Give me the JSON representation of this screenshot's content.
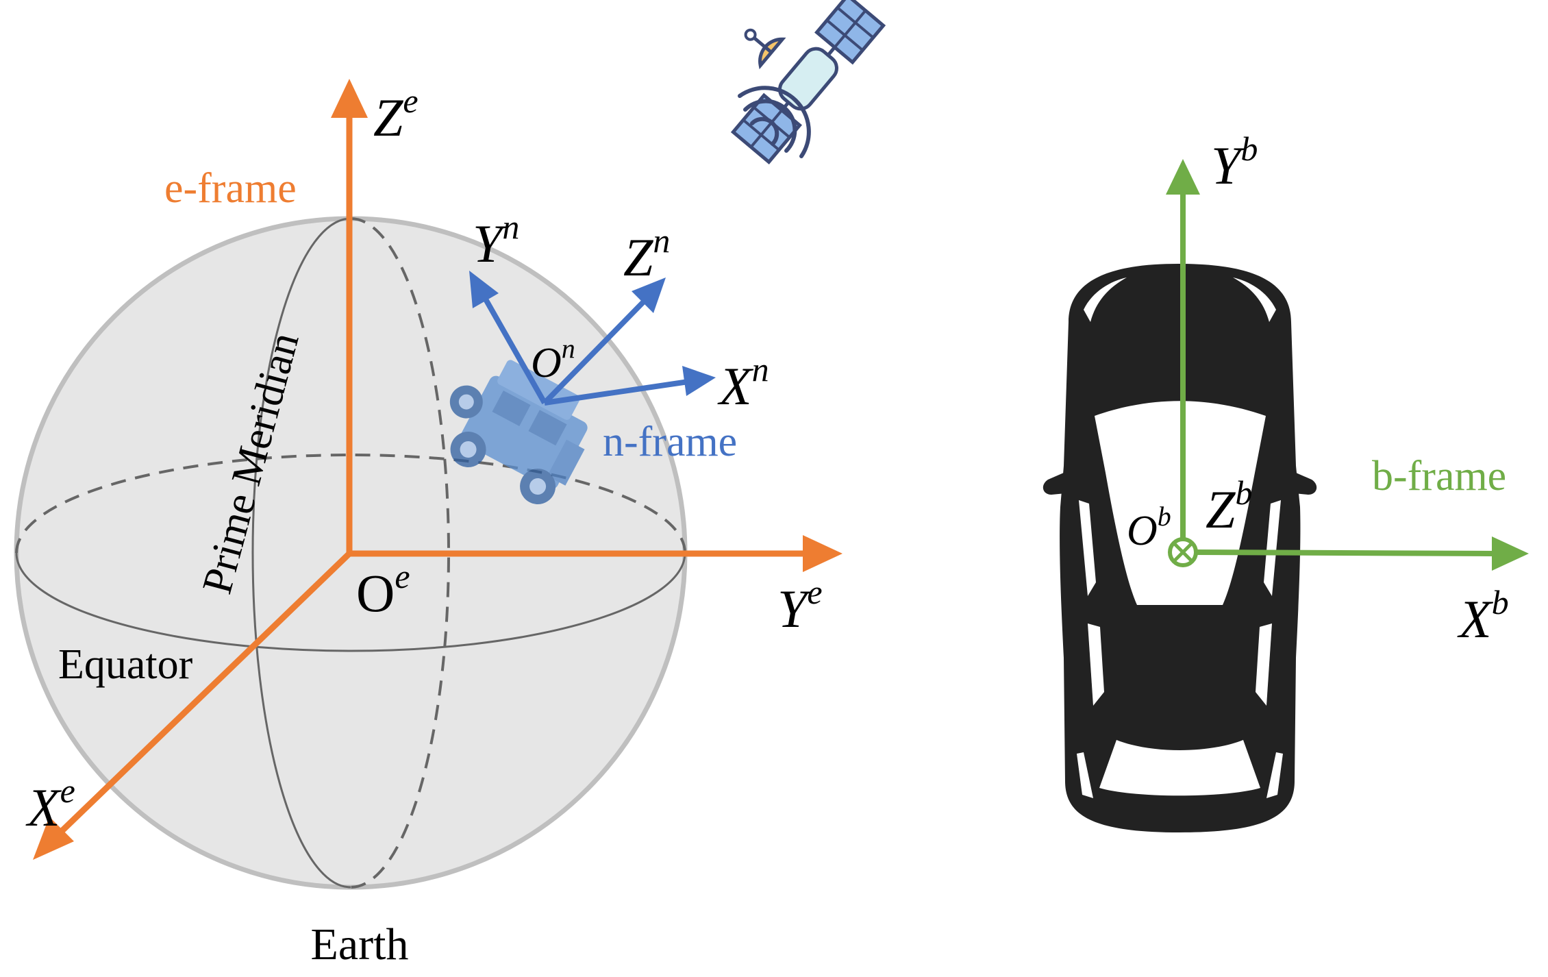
{
  "colors": {
    "e_frame": "#EE7D31",
    "n_frame": "#4472C4",
    "b_frame": "#70AD47",
    "earth_fill": "#E6E6E6",
    "earth_outline": "#BFBFBF",
    "text": "#000000",
    "car_body": "#222222"
  },
  "icons": {
    "satellite": "satellite-icon",
    "jeep": "jeep-icon",
    "car": "car-top-view-icon"
  },
  "earth": {
    "label": "Earth",
    "equator_label": "Equator",
    "meridian_label": "Prime Meridian"
  },
  "e_frame": {
    "name": "e-frame",
    "z_axis": {
      "base": "Z",
      "sup": "e"
    },
    "y_axis": {
      "base": "Y",
      "sup": "e"
    },
    "x_axis": {
      "base": "X",
      "sup": "e"
    },
    "origin": {
      "base": "O",
      "sup": "e"
    }
  },
  "n_frame": {
    "name": "n-frame",
    "y_axis": {
      "base": "Y",
      "sup": "n"
    },
    "z_axis": {
      "base": "Z",
      "sup": "n"
    },
    "x_axis": {
      "base": "X",
      "sup": "n"
    },
    "origin": {
      "base": "O",
      "sup": "n"
    }
  },
  "b_frame": {
    "name": "b-frame",
    "y_axis": {
      "base": "Y",
      "sup": "b"
    },
    "z_axis": {
      "base": "Z",
      "sup": "b"
    },
    "x_axis": {
      "base": "X",
      "sup": "b"
    },
    "origin": {
      "base": "O",
      "sup": "b"
    }
  }
}
